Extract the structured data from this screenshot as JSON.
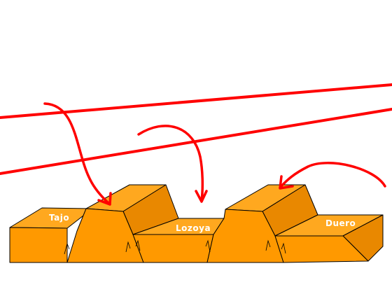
{
  "labels": {
    "tajo": "Tajo",
    "lozoya": "Lozoya",
    "duero": "Duero"
  },
  "colors": {
    "block_fill": "#ff9900",
    "block_top": "#ffa81f",
    "block_dark": "#e98800",
    "arrow": "#ff0000",
    "outline": "#000000"
  }
}
